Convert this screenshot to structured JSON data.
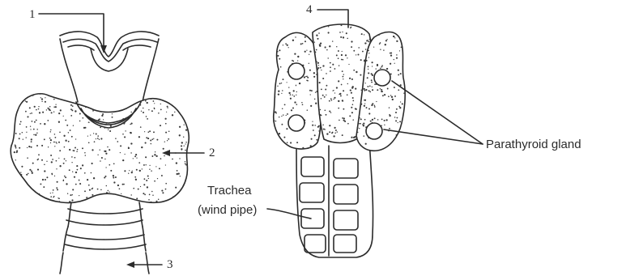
{
  "diagram": {
    "left_labels": {
      "label_1": "1",
      "label_2": "2",
      "label_3": "3"
    },
    "right_labels": {
      "label_4": "4",
      "parathyroid": "Parathyroid gland",
      "trachea_line1": "Trachea",
      "trachea_line2": "(wind pipe)"
    }
  }
}
